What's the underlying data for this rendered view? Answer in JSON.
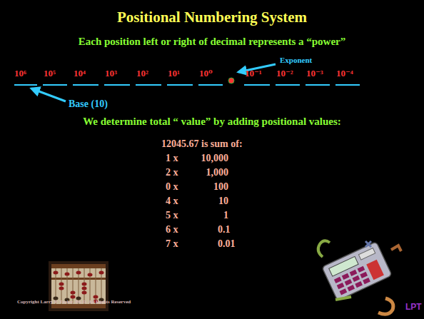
{
  "diagram": {
    "title": "Positional Numbering System",
    "labels": [
      "Each position left or right of decimal represents a “power”",
      "Exponent",
      "10⁶",
      "10⁵",
      "10⁴",
      "10³",
      "10²",
      "10¹",
      "10⁰",
      "10⁻¹",
      "10⁻²",
      "10⁻³",
      "10⁻⁴",
      "Base (10)",
      "We determine total “ value” by adding positional values:",
      "12045.67 is sum of:",
      "1 x",
      "10,000",
      "2 x",
      "1,000",
      "0 x",
      "100",
      "4 x",
      "10",
      "5 x",
      "1",
      "6 x",
      "0.1",
      "7 x",
      "0.01",
      "Copyright Larry P. Taylor, Ph.D.    All Rights Reserved",
      "LPT"
    ]
  }
}
